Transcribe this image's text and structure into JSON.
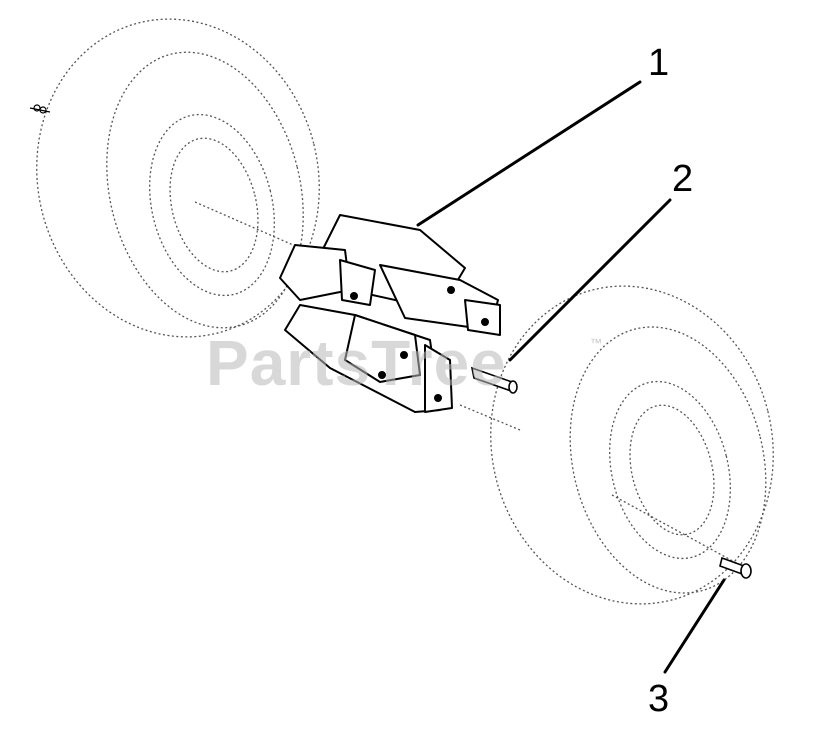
{
  "diagram": {
    "callouts": [
      {
        "id": "1",
        "label": "1"
      },
      {
        "id": "2",
        "label": "2"
      },
      {
        "id": "3",
        "label": "3"
      }
    ],
    "watermark": {
      "text": "PartsTree",
      "trademark": "™"
    }
  }
}
